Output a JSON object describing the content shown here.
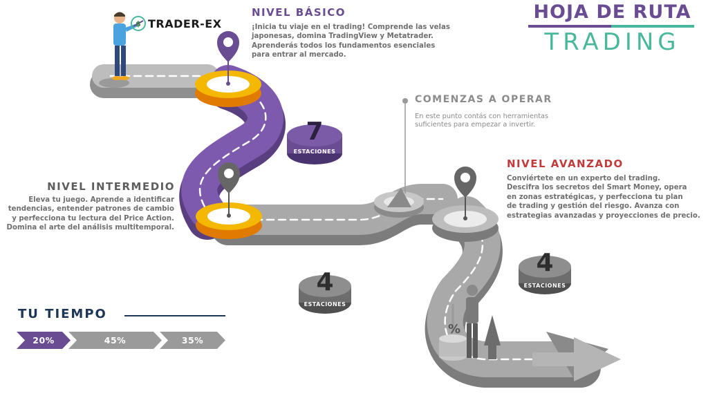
{
  "title": {
    "line1": "HOJA DE RUTA",
    "line2": "TRADING"
  },
  "logo": {
    "name": "TRADER-EX",
    "icon": "dollar-globe-icon"
  },
  "levels": {
    "basic": {
      "title": "NIVEL BÁSICO",
      "lines": [
        "¡Inicia tu viaje en el trading! Comprende las velas",
        "japonesas, domina TradingView y Metatrader.",
        "Aprenderás todos los fundamentos esenciales",
        "para entrar al mercado."
      ]
    },
    "operate": {
      "title": "COMENZAS A OPERAR",
      "lines": [
        "En este punto contás con herramientas",
        "suficientes para empezar a invertir."
      ]
    },
    "intermediate": {
      "title": "NIVEL INTERMEDIO",
      "lines": [
        "Eleva tu juego. Aprende a identificar",
        "tendencias, entender patrones de cambio",
        "y perfecciona tu lectura del Price Action.",
        "Domina el arte del análisis multitemporal."
      ]
    },
    "advanced": {
      "title": "NIVEL AVANZADO",
      "lines": [
        "Conviértete en un experto del trading.",
        "Descifra los secretos del Smart Money, opera",
        "en zonas estratégicas, y perfecciona tu plan",
        "de trading y gestión del riesgo. Avanza con",
        "estrategias avanzadas y proyecciones de precio."
      ]
    }
  },
  "stations": [
    {
      "number": "7",
      "label": "ESTACIONES"
    },
    {
      "number": "4",
      "label": "ESTACIONES"
    },
    {
      "number": "4",
      "label": "ESTACIONES"
    }
  ],
  "time": {
    "title": "TU TIEMPO",
    "segments": [
      {
        "label": "20%",
        "value": 20
      },
      {
        "label": "45%",
        "value": 45
      },
      {
        "label": "35%",
        "value": 35
      }
    ]
  },
  "colors": {
    "purple": "#6a4c93",
    "green": "#48b89c",
    "yellow": "#f5b800",
    "orange": "#f08c00",
    "red": "#c13b3b",
    "navy": "#1d3557",
    "gray": "#9a9a9a"
  }
}
